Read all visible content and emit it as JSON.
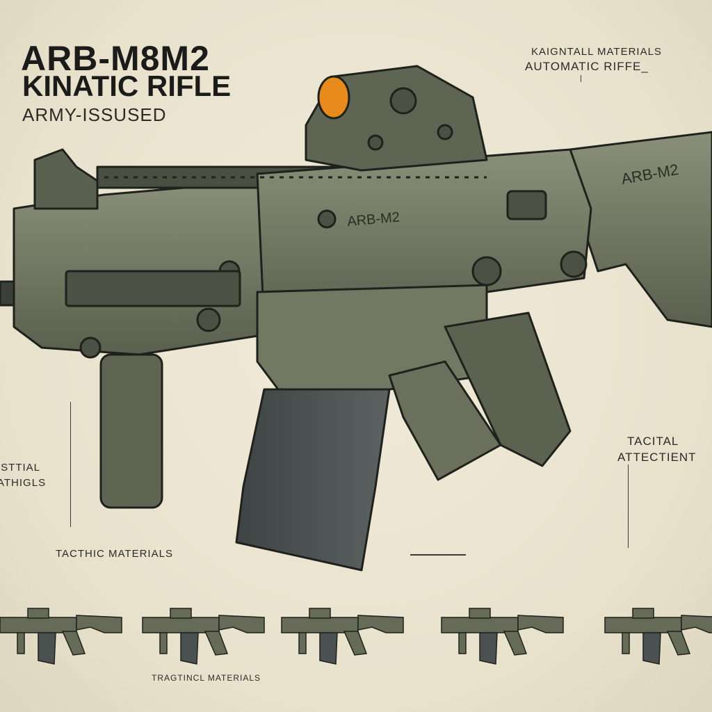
{
  "header": {
    "title": "ARB-M8M2",
    "subtitle": "KINATIC RIFLE",
    "tagline": "ARMY-ISSUSED"
  },
  "annotations": {
    "top_right_line1": "KAIGNTALL MATERIALS",
    "top_right_line2": "AUTOMATIC RIFFE_",
    "right_line1": "TACITAL",
    "right_line2": "ATTECTIENT",
    "left_line1": "ISTTIAL",
    "left_line2": "ATHIGLS",
    "bottom_left": "TACTHIC MATERIALS",
    "bottom_center": "TRAGTINCL MATERIALS"
  },
  "rifle": {
    "receiver_marking": "ARB-M2",
    "stock_marking": "ARB-M2"
  },
  "colors": {
    "background": "#ebe5d2",
    "metal": "#6d7360",
    "metal_dark": "#474c3f",
    "magazine": "#4b5150",
    "optic_lens": "#e88a1c"
  },
  "variants_count": 5
}
